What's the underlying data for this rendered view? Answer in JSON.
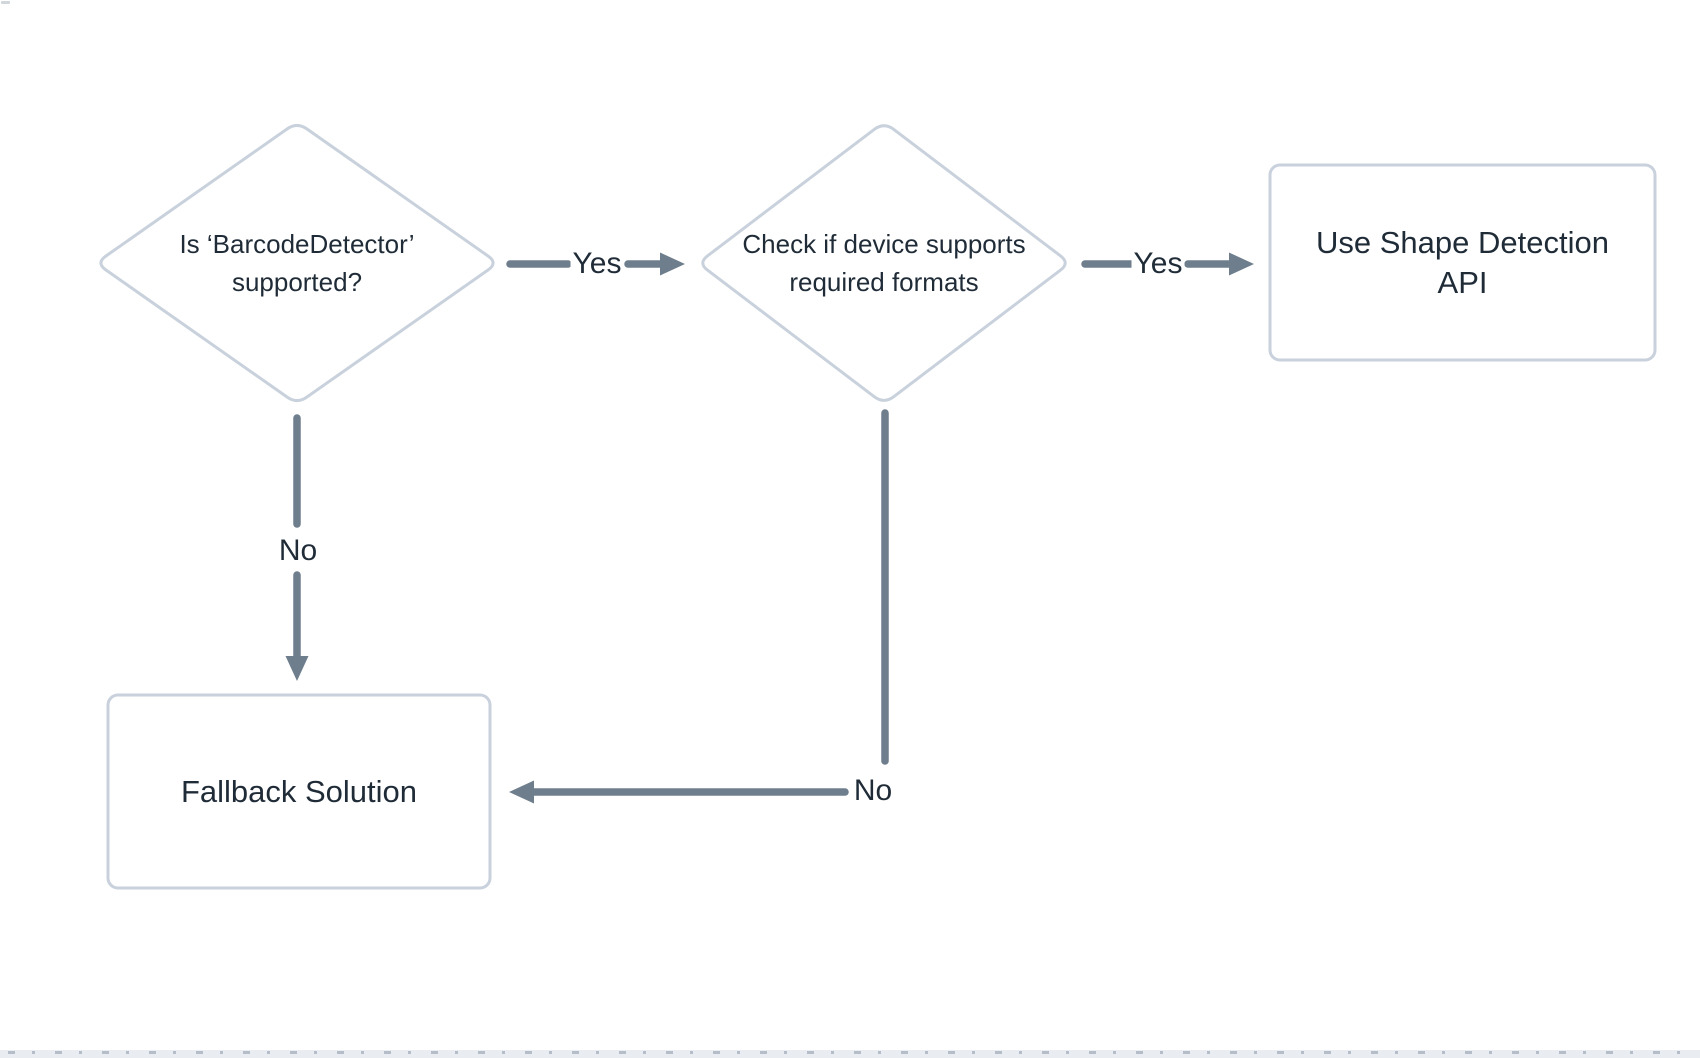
{
  "diagram": {
    "type": "flowchart",
    "background": "#ffffff",
    "colors": {
      "edge": "#6e7e8d",
      "node_border": "#c8d1dc",
      "node_fill": "#ffffff",
      "text": "#1f2b37"
    },
    "nodes": [
      {
        "id": "barcode-detector-supported",
        "shape": "diamond",
        "lines": [
          "Is ‘BarcodeDetector’",
          "supported?"
        ]
      },
      {
        "id": "device-supports-formats",
        "shape": "diamond",
        "lines": [
          "Check if device supports",
          "required formats"
        ]
      },
      {
        "id": "use-shape-detection-api",
        "shape": "rect",
        "lines": [
          "Use Shape Detection",
          "API"
        ]
      },
      {
        "id": "fallback-solution",
        "shape": "rect",
        "lines": [
          "Fallback Solution"
        ]
      }
    ],
    "edges": [
      {
        "from": "barcode-detector-supported",
        "to": "device-supports-formats",
        "label": "Yes"
      },
      {
        "from": "device-supports-formats",
        "to": "use-shape-detection-api",
        "label": "Yes"
      },
      {
        "from": "barcode-detector-supported",
        "to": "fallback-solution",
        "label": "No"
      },
      {
        "from": "device-supports-formats",
        "to": "fallback-solution",
        "label": "No"
      }
    ]
  }
}
